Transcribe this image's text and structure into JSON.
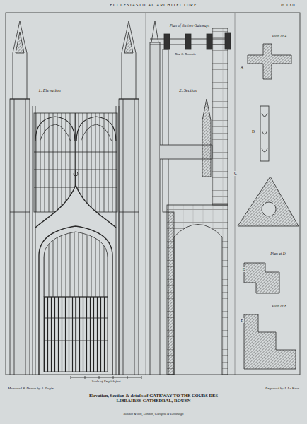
{
  "diagram": {
    "title": "ECCLESIASTICAL ARCHITECTURE",
    "caption": "Elevation, Section & details of GATEWAY TO THE COURS DES LIBRAIRES CATHEDRAL, ROUEN",
    "labels": [
      "Pl. LXII",
      "1. Elevation",
      "2. Section",
      "Plan of the two Gateways",
      "Rue S. Romain",
      "Plan at A",
      "Plan at D",
      "Plan at E",
      "A",
      "B",
      "C",
      "D",
      "E",
      "Scale of English feet",
      "Measured & Drawn by A. Pugin",
      "Engraved by J. Le Keux",
      "Blackie & Son, London, Glasgow & Edinburgh"
    ]
  }
}
